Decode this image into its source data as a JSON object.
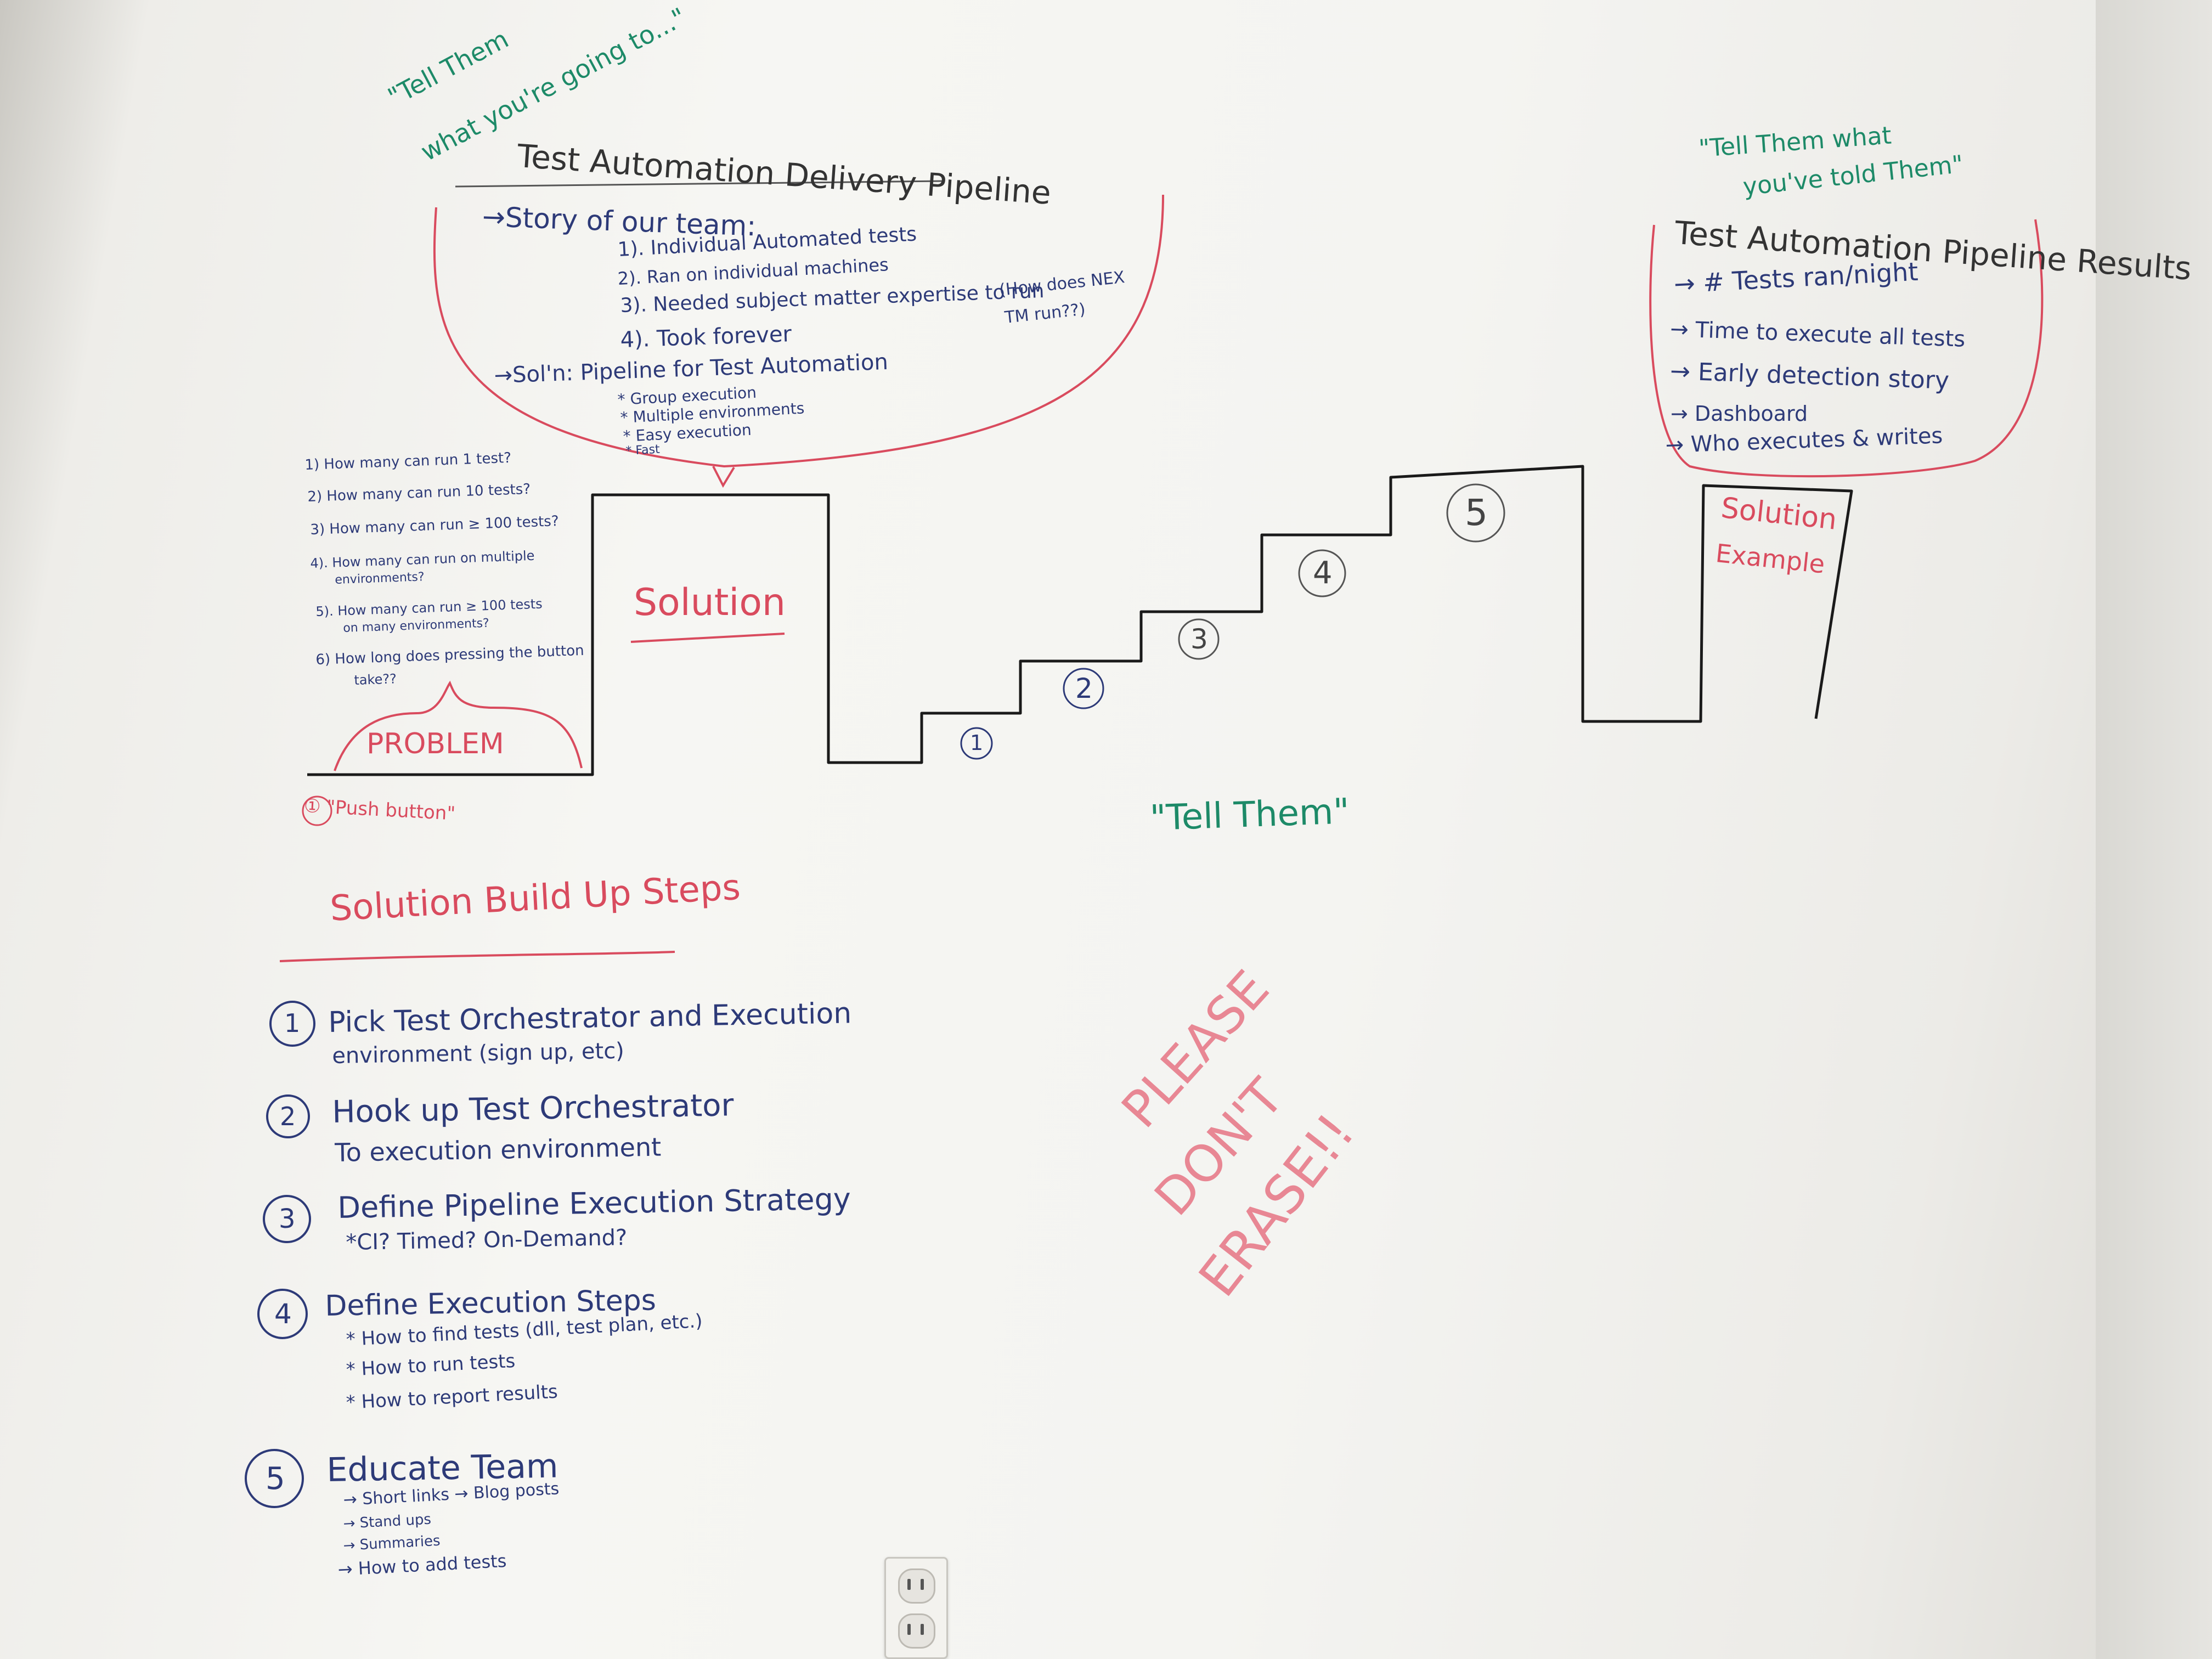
{
  "colors": {
    "blue_marker": "#2d3a78",
    "red_marker": "#d94b5e",
    "green_marker": "#1d8a68",
    "black_marker": "#1a1a1a"
  },
  "intro": {
    "green_note": [
      "\"Tell Them",
      "what you're going to...\""
    ],
    "title": "Test Automation Delivery Pipeline",
    "story_heading": "→Story of our team:",
    "story_items": [
      "1). Individual Automated tests",
      "2). Ran on individual machines",
      "3). Needed subject matter expertise to run",
      "4). Took forever"
    ],
    "aside": [
      "(How does NEX",
      "TM run??)"
    ],
    "solution_heading": "→Sol'n: Pipeline for Test Automation",
    "solution_items": [
      "* Group execution",
      "* Multiple environments",
      "* Easy execution",
      "* Fast"
    ]
  },
  "problem": {
    "questions": [
      "1) How many can run 1 test?",
      "2) How many can run 10 tests?",
      "3) How many can run ≥ 100 tests?",
      "4). How many can run on multiple",
      "environments?",
      "5). How many can run ≥ 100 tests",
      "on many environments?",
      "6) How long does pressing the button",
      "take??"
    ],
    "label": "PROBLEM",
    "push_button": "① \"Push button\""
  },
  "staircase": {
    "solution_label": "Solution",
    "steps": [
      "1",
      "2",
      "3",
      "4",
      "5"
    ],
    "example_label": [
      "Solution",
      "Example"
    ],
    "center_note": "\"Tell Them\""
  },
  "results": {
    "green_note": [
      "\"Tell Them what",
      "you've told Them\""
    ],
    "title": "Test Automation Pipeline Results",
    "items": [
      "→ # Tests ran/night",
      "→ Time to execute all tests",
      "→ Early detection story",
      "→ Dashboard",
      "→ Who executes & writes"
    ]
  },
  "build_up": {
    "title": "Solution Build Up Steps",
    "steps": [
      {
        "num": "1",
        "lines": [
          "Pick Test Orchestrator and Execution",
          "environment (sign up, etc)"
        ]
      },
      {
        "num": "2",
        "lines": [
          "Hook up Test Orchestrator",
          "To execution environment"
        ]
      },
      {
        "num": "3",
        "lines": [
          "Define Pipeline Execution Strategy",
          "*CI? Timed? On-Demand?"
        ]
      },
      {
        "num": "4",
        "lines": [
          "Define Execution Steps",
          "* How to find tests (dll, test plan, etc.)",
          "* How to run tests",
          "* How to report results"
        ]
      },
      {
        "num": "5",
        "lines": [
          "Educate Team",
          "→ Short links → Blog posts",
          "→ Stand ups",
          "→ Summaries",
          "→ How to add tests"
        ]
      }
    ]
  },
  "please": [
    "PLEASE",
    "DON'T",
    "ERASE!!"
  ]
}
